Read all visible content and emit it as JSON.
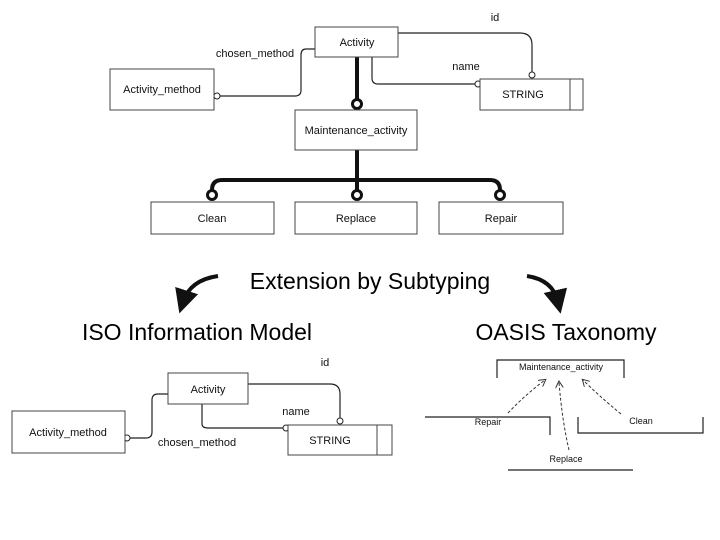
{
  "top_diagram": {
    "entities": {
      "activity": "Activity",
      "activity_method": "Activity_method",
      "string": "STRING",
      "maintenance_activity": "Maintenance_activity",
      "clean": "Clean",
      "replace": "Replace",
      "repair": "Repair"
    },
    "relations": {
      "id": "id",
      "chosen_method": "chosen_method",
      "name": "name"
    }
  },
  "headings": {
    "extension": "Extension by Subtyping",
    "iso": "ISO Information Model",
    "oasis": "OASIS Taxonomy"
  },
  "iso_diagram": {
    "entities": {
      "activity": "Activity",
      "activity_method": "Activity_method",
      "string": "STRING"
    },
    "relations": {
      "id": "id",
      "name": "name",
      "chosen_method": "chosen_method"
    }
  },
  "oasis_diagram": {
    "nodes": {
      "maintenance_activity": "Maintenance_activity",
      "repair": "Repair",
      "clean": "Clean",
      "replace": "Replace"
    }
  }
}
